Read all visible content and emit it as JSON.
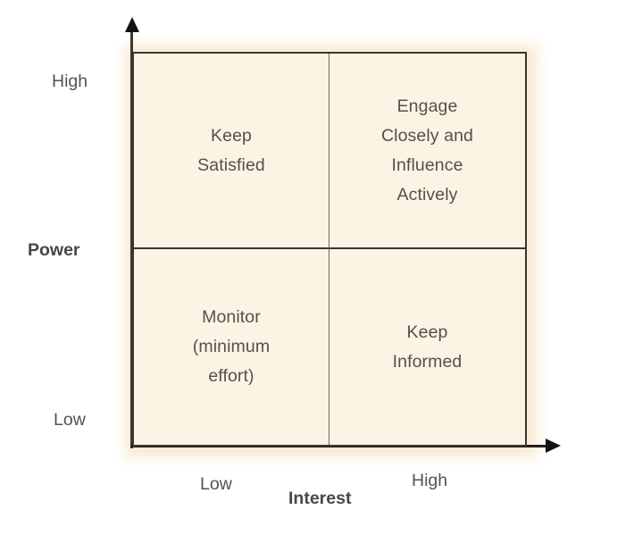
{
  "chart_data": {
    "type": "table",
    "title": "",
    "subtitle": "",
    "xlabel": "Interest",
    "ylabel": "Power",
    "x_tick_labels": [
      "Low",
      "High"
    ],
    "y_tick_labels": [
      "Low",
      "High"
    ],
    "grid": true,
    "legend": "none",
    "categories": [
      "Low Interest",
      "High Interest"
    ],
    "rows": [
      "High Power",
      "Low Power"
    ],
    "cells": [
      {
        "id": "top-left",
        "power": "High",
        "interest": "Low",
        "label": "Keep\nSatisfied"
      },
      {
        "id": "top-right",
        "power": "High",
        "interest": "High",
        "label": "Engage\nClosely and\nInfluence\nActively"
      },
      {
        "id": "bottom-left",
        "power": "Low",
        "interest": "Low",
        "label": "Monitor\n(minimum\neffort)"
      },
      {
        "id": "bottom-right",
        "power": "Low",
        "interest": "High",
        "label": "Keep\nInformed"
      }
    ]
  },
  "axes": {
    "y": {
      "title": "Power",
      "high_label": "High",
      "low_label": "Low",
      "arrow_icon": "arrow-up-icon"
    },
    "x": {
      "title": "Interest",
      "low_label": "Low",
      "high_label": "High",
      "arrow_icon": "arrow-right-icon"
    }
  },
  "quadrants": {
    "top_left": "Keep\nSatisfied",
    "top_right": "Engage\nClosely and\nInfluence\nActively",
    "bottom_left": "Monitor\n(minimum\neffort)",
    "bottom_right": "Keep\nInformed"
  },
  "colors": {
    "quadrant_fill": "#FBF3E4",
    "outer_border": "#3A362E",
    "inner_divider": "#6F675A",
    "axis_line": "#231F1C",
    "text": "#555049",
    "axis_title_text": "#4B4742",
    "glow": "#F7E9CF",
    "background": "#FFFFFF"
  }
}
